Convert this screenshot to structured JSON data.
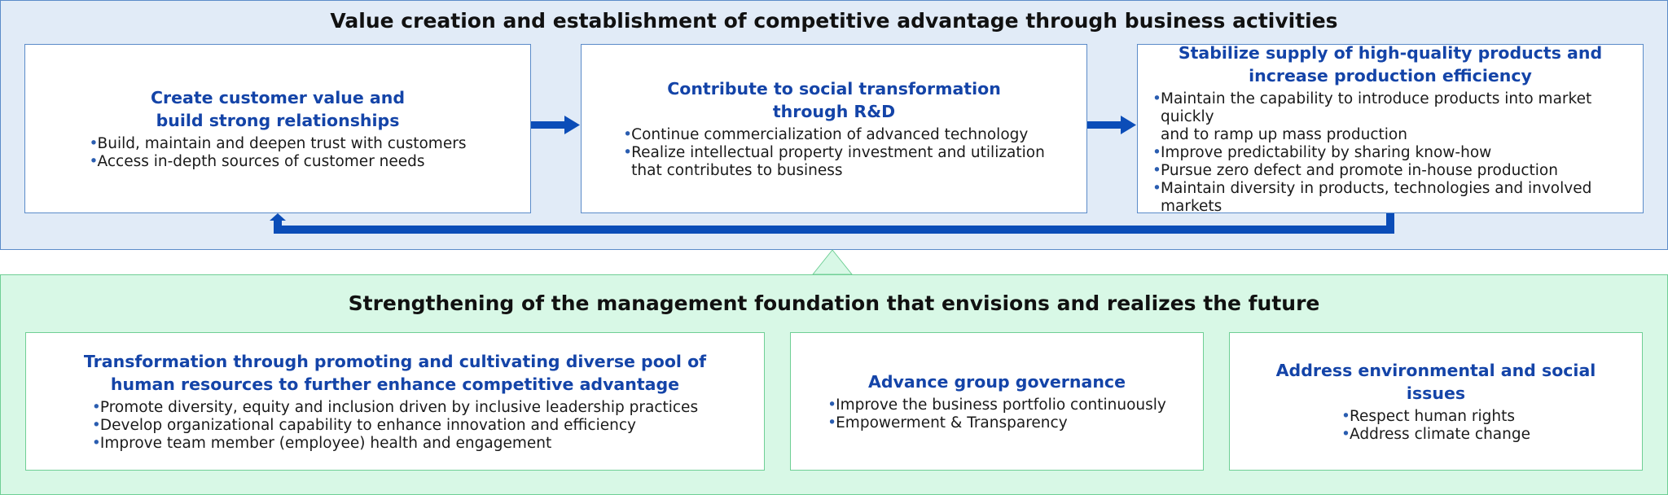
{
  "top_panel": {
    "title": "Value creation and establishment of competitive advantage through business activities",
    "boxes": [
      {
        "title_lines": [
          "Create customer value and",
          "build strong relationships"
        ],
        "items": [
          [
            "Build, maintain and deepen trust with customers"
          ],
          [
            "Access in-depth sources of customer needs"
          ]
        ]
      },
      {
        "title_lines": [
          "Contribute to social transformation",
          "through R&D"
        ],
        "items": [
          [
            "Continue commercialization of advanced technology"
          ],
          [
            "Realize intellectual property investment and utilization",
            "that contributes to business"
          ]
        ]
      },
      {
        "title_lines": [
          "Stabilize supply of high-quality products and",
          "increase production efficiency"
        ],
        "items": [
          [
            "Maintain the capability to introduce products into market quickly",
            "and to ramp up mass production"
          ],
          [
            "Improve predictability by sharing know-how"
          ],
          [
            "Pursue zero defect and promote in-house production"
          ],
          [
            "Maintain diversity in products, technologies and involved markets"
          ]
        ]
      }
    ]
  },
  "bottom_panel": {
    "title": "Strengthening of the management foundation that envisions and realizes the future",
    "boxes": [
      {
        "title_lines": [
          "Transformation through promoting and cultivating diverse pool of",
          "human resources to further enhance competitive advantage"
        ],
        "items": [
          [
            "Promote diversity, equity and inclusion driven by inclusive leadership practices"
          ],
          [
            "Develop organizational capability to enhance innovation and efficiency"
          ],
          [
            "Improve team member (employee) health and engagement"
          ]
        ]
      },
      {
        "title_lines": [
          "Advance group governance"
        ],
        "items": [
          [
            "Improve the business portfolio continuously"
          ],
          [
            "Empowerment & Transparency"
          ]
        ]
      },
      {
        "title_lines": [
          "Address environmental and social issues"
        ],
        "items": [
          [
            "Respect human rights"
          ],
          [
            "Address climate change"
          ]
        ]
      }
    ]
  },
  "colors": {
    "accent_blue": "#1444a8",
    "arrow_blue": "#0b4db8",
    "top_bg": "#e1ebf7",
    "bottom_bg": "#d8f8e6"
  }
}
